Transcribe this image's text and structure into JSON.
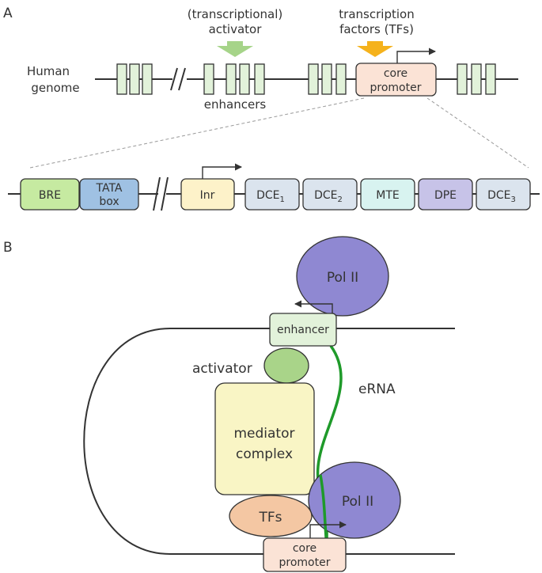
{
  "panel_a": {
    "label": "A",
    "genome_label_line1": "Human",
    "genome_label_line2": "genome",
    "activator_line1": "(transcriptional)",
    "activator_line2": "activator",
    "tf_line1": "transcription",
    "tf_line2": "factors (TFs)",
    "enhancers": "enhancers",
    "core_line1": "core",
    "core_line2": "promoter",
    "elements": {
      "bre": "BRE",
      "tata_line1": "TATA",
      "tata_line2": "box",
      "inr": "Inr",
      "dce1": "DCE",
      "dce1_sub": "1",
      "dce2": "DCE",
      "dce2_sub": "2",
      "mte": "MTE",
      "dpe": "DPE",
      "dce3": "DCE",
      "dce3_sub": "3"
    }
  },
  "panel_b": {
    "label": "B",
    "pol_top": "Pol II",
    "enhancer": "enhancer",
    "activator": "activator",
    "erna": "eRNA",
    "mediator_line1": "mediator",
    "mediator_line2": "complex",
    "tfs": "TFs",
    "pol_bottom": "Pol II",
    "core_line1": "core",
    "core_line2": "promoter"
  },
  "colors": {
    "line": "#333333",
    "exon_fill": "#e2f2da",
    "activator_arrow": "#a6d489",
    "tf_arrow": "#f5b21c",
    "core_fill": "#fbe3d6",
    "bre_fill": "#c6eaa1",
    "tata_fill": "#9fc1e3",
    "inr_fill": "#fdf2c9",
    "dce_fill": "#dbe4ee",
    "mte_fill": "#d8f3f0",
    "dpe_fill": "#c7c3e8",
    "pol_fill": "#8f88d2",
    "activator_fill": "#a9d489",
    "mediator_fill": "#f9f5c5",
    "tfs_fill": "#f4c7a3",
    "enhancer_fill": "#e2f2da",
    "erna": "#1f9a2a",
    "dash": "#999999"
  }
}
